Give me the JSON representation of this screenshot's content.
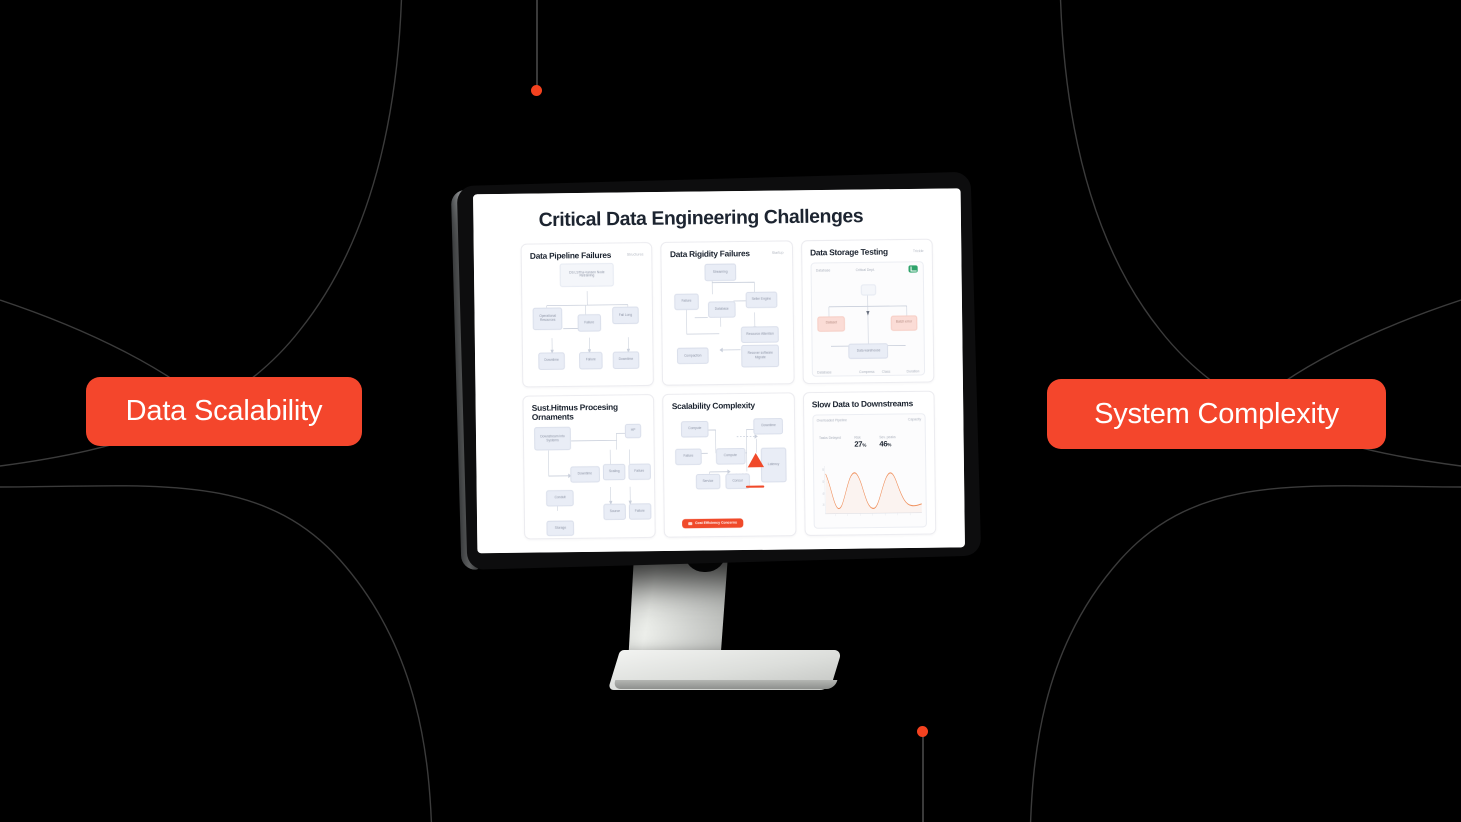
{
  "theme": {
    "background": "#000000",
    "badge_color": "#F4462C",
    "dot_color": "#F4421F",
    "curve_color": "#3a3a3a",
    "accent_red": "#F04A2A",
    "accent_green": "#2FA36B",
    "node_blue": "#E9EDF6",
    "node_red": "#FBDCD6"
  },
  "badges": {
    "left": {
      "label": "Data Scalability"
    },
    "right": {
      "label": "System Complexity"
    }
  },
  "monitor": {
    "screen": {
      "deck_title": "Critical Data Engineering Challenges",
      "cards": [
        {
          "id": "data-pipeline-failures",
          "title": "Data Pipeline Failures",
          "tag": "Structures",
          "nodes": [
            {
              "label": "DS LSTha+ransen Node Retraining",
              "kind": "plain"
            },
            {
              "label": "Operational Resources",
              "kind": "blue"
            },
            {
              "label": "Failure",
              "kind": "blue"
            },
            {
              "label": "Fail Long",
              "kind": "blue"
            },
            {
              "label": "Downtime",
              "kind": "blue"
            },
            {
              "label": "Failure",
              "kind": "blue"
            },
            {
              "label": "Downtime",
              "kind": "blue"
            }
          ]
        },
        {
          "id": "data-rigidity-failures",
          "title": "Data Rigidity Failures",
          "tag": "Startup",
          "nodes": [
            {
              "label": "Streaming",
              "kind": "blue"
            },
            {
              "label": "Failure",
              "kind": "blue"
            },
            {
              "label": "Database",
              "kind": "blue"
            },
            {
              "label": "Seller Engine",
              "kind": "blue"
            },
            {
              "label": "Resource Attention",
              "kind": "blue"
            },
            {
              "label": "Recover software Migrate",
              "kind": "blue"
            },
            {
              "label": "Compaction",
              "kind": "blue"
            }
          ]
        },
        {
          "id": "data-storage-testing",
          "title": "Data Storage Testing",
          "tag": "Trickle",
          "panel": {
            "top_left_label": "Database",
            "top_center_label": "Critical Dept.",
            "badge": "check-badge",
            "nodes": [
              {
                "label": "Dataset",
                "kind": "red"
              },
              {
                "label": "Batch error",
                "kind": "red"
              },
              {
                "label": "Data warehouse",
                "kind": "blue"
              }
            ],
            "footer": [
              "Database",
              "Compress",
              "Class",
              "Duration"
            ]
          }
        },
        {
          "id": "sust-hitmus-processing-ornaments",
          "title": "Sust.Hitmus Procesing Ornaments",
          "tag": "",
          "nodes": [
            {
              "label": "Downstream into Systems",
              "kind": "blue"
            },
            {
              "label": "Downtime",
              "kind": "blue"
            },
            {
              "label": "Conduit",
              "kind": "blue"
            },
            {
              "label": "Storage",
              "kind": "blue"
            },
            {
              "label": "HP",
              "kind": "blue"
            },
            {
              "label": "Scaling",
              "kind": "blue"
            },
            {
              "label": "Failure",
              "kind": "blue"
            },
            {
              "label": "Source",
              "kind": "blue"
            },
            {
              "label": "Failure",
              "kind": "blue"
            }
          ]
        },
        {
          "id": "scalability-complexity",
          "title": "Scalability Complexity",
          "tag": "",
          "nodes": [
            {
              "label": "Compute",
              "kind": "blue"
            },
            {
              "label": "Failure",
              "kind": "blue"
            },
            {
              "label": "Compute",
              "kind": "blue"
            },
            {
              "label": "Downtime",
              "kind": "blue"
            },
            {
              "label": "Service",
              "kind": "blue"
            },
            {
              "label": "Consul",
              "kind": "blue"
            },
            {
              "label": "Latency",
              "kind": "blue"
            }
          ],
          "warning_icon": "warning-triangle-icon",
          "cta": {
            "label": "Cost Efficiency Concerns",
            "icon": "alert-icon"
          }
        },
        {
          "id": "slow-data-to-downstreams",
          "title": "Slow Data to Downstreams",
          "tag": "",
          "panel": {
            "header": "Overloaded Pipeline",
            "header_right": "Capacity",
            "stats": [
              {
                "label": "Tasks Delayed",
                "value": "",
                "unit": ""
              },
              {
                "label": "Risk",
                "value": "27",
                "unit": "%"
              },
              {
                "label": "Sev. peaks",
                "value": "46",
                "unit": "%"
              }
            ]
          },
          "chart_data": {
            "type": "line",
            "title": "Overloaded Pipeline",
            "xlabel": "",
            "ylabel": "",
            "ylim": [
              0,
              100
            ],
            "x": [
              0,
              1,
              2,
              3,
              4,
              5,
              6,
              7,
              8,
              9,
              10,
              11,
              12,
              13,
              14,
              15,
              16,
              17,
              18,
              19,
              20,
              21,
              22,
              23
            ],
            "series": [
              {
                "name": "Delay",
                "color": "#F08A5D",
                "values": [
                  78,
                  62,
                  38,
                  18,
                  12,
                  22,
                  52,
                  76,
                  74,
                  52,
                  26,
                  14,
                  16,
                  36,
                  62,
                  72,
                  64,
                  42,
                  24,
                  16,
                  18,
                  22,
                  24,
                  24
                ]
              }
            ],
            "yticks": [
              "80",
              "60",
              "40",
              "20",
              "0"
            ],
            "grid": false,
            "legend": "none"
          }
        }
      ]
    }
  },
  "decorations": {
    "top_stem_dot": {
      "name": "connector-dot-top"
    },
    "bottom_stem_dot": {
      "name": "connector-dot-bottom"
    }
  }
}
